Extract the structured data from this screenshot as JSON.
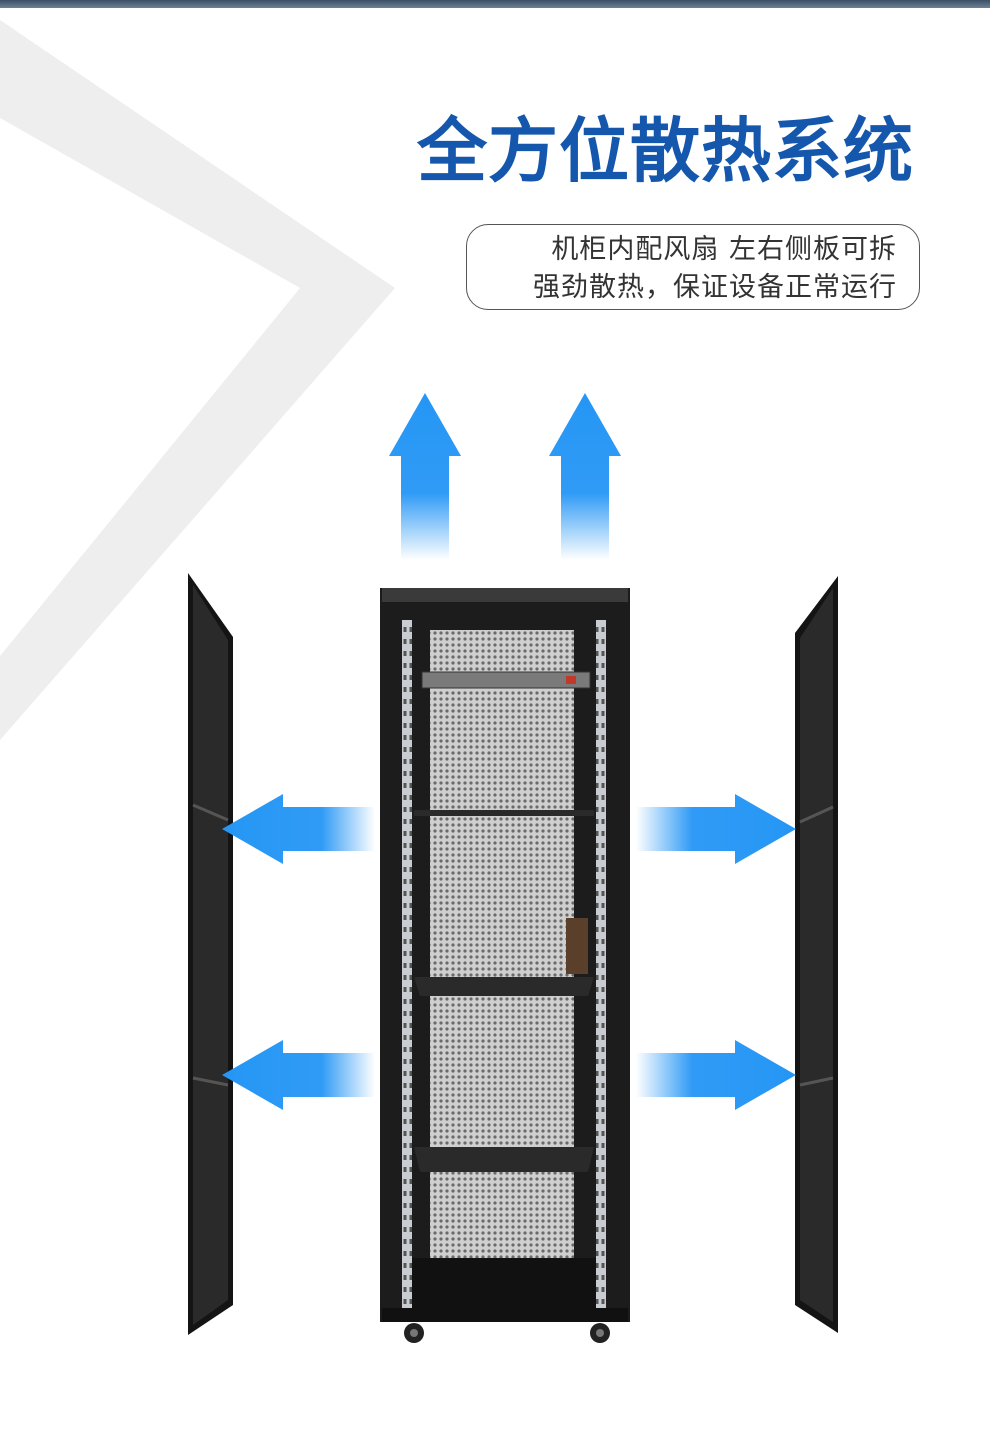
{
  "colors": {
    "headline": "#1457ad",
    "arrow": "#2596f5",
    "cabinet": "#1c1c1c",
    "rail": "#c9ccd0",
    "chevron": "#eeeeee"
  },
  "headline": "全方位散热系统",
  "subtitle": {
    "line1": "机柜内配风扇 左右侧板可拆",
    "line2": "强劲散热，保证设备正常运行"
  },
  "illustration": {
    "subject": "server-rack-cabinet",
    "airflow_arrows": [
      "up",
      "up",
      "left",
      "left",
      "right",
      "right"
    ]
  }
}
